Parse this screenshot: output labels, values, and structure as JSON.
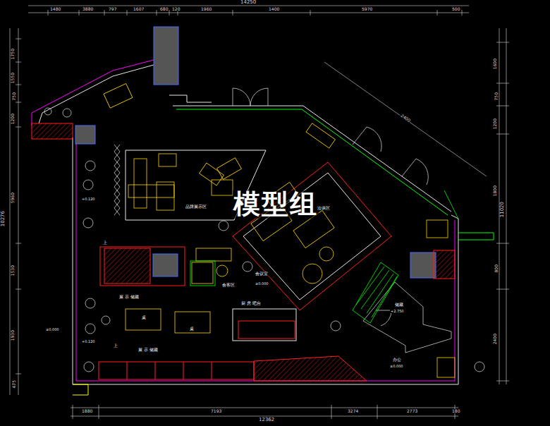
{
  "diagram": {
    "labels": [
      "14250",
      "1480",
      "3880",
      "797",
      "1607",
      "680",
      "120",
      "1960",
      "1400",
      "5970",
      "500",
      "12362",
      "1880",
      "7193",
      "3274",
      "2773",
      "180",
      "1750",
      "1550",
      "750",
      "1200",
      "5960",
      "1530",
      "1930",
      "475",
      "10276",
      "1600",
      "750",
      "1200",
      "1800",
      "800",
      "2400",
      "11020",
      "模型组",
      "品牌展示区",
      "洽谈区",
      "会议室",
      "±0.000",
      "会客区",
      "+0.120",
      "±0.000",
      "+0.120",
      "上",
      "上",
      "展 示 储藏",
      "桌",
      "桌",
      "厨 房 吧台",
      "展 示 储藏",
      "储藏",
      "+2.750",
      "办公",
      "±0.000",
      "2400"
    ]
  }
}
